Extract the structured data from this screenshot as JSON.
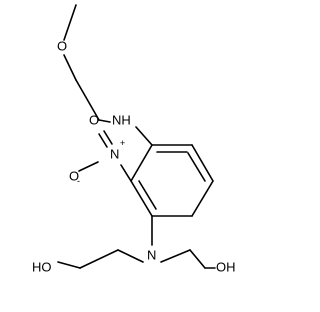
{
  "molecule": {
    "labels": {
      "methoxy_oxygen": "O",
      "amine_nh": "NH",
      "nitro_n": "N",
      "nitro_n_charge": "+",
      "nitro_o_double": "O",
      "nitro_o_single": "O",
      "nitro_o_charge": "-",
      "tertiary_amine_n": "N",
      "hydroxyl_left": "HO",
      "hydroxyl_right": "OH"
    },
    "colors": {
      "bond": "#000000",
      "label": "#000000",
      "background": "#ffffff"
    }
  }
}
